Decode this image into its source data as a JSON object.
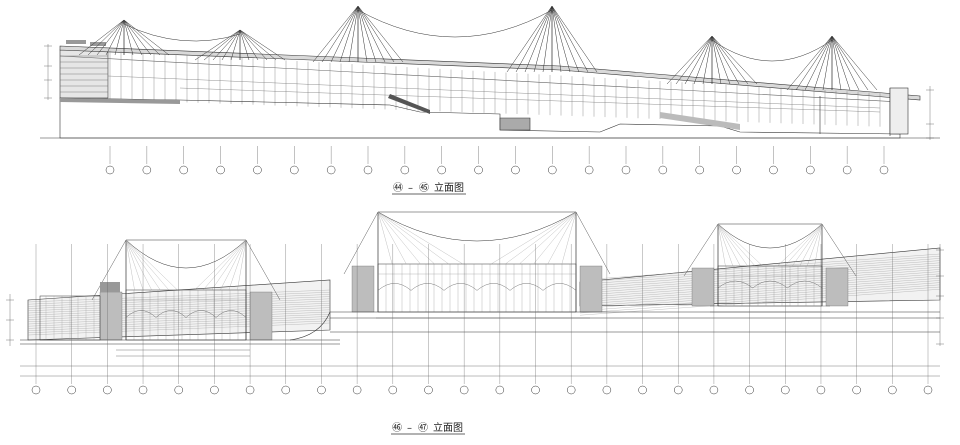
{
  "drawing": {
    "elevation_1": {
      "title_from": "㊹",
      "title_dash": "–",
      "title_to": "㊺",
      "title_suffix": "立面图",
      "axis_count": 22
    },
    "elevation_2": {
      "title_from": "㊻",
      "title_dash": "–",
      "title_to": "㊼",
      "title_suffix": "立面图",
      "axis_count": 26
    }
  },
  "colors": {
    "line": "#333333",
    "light": "#777777",
    "fill": "#bdbdbd",
    "dark": "#222222"
  }
}
